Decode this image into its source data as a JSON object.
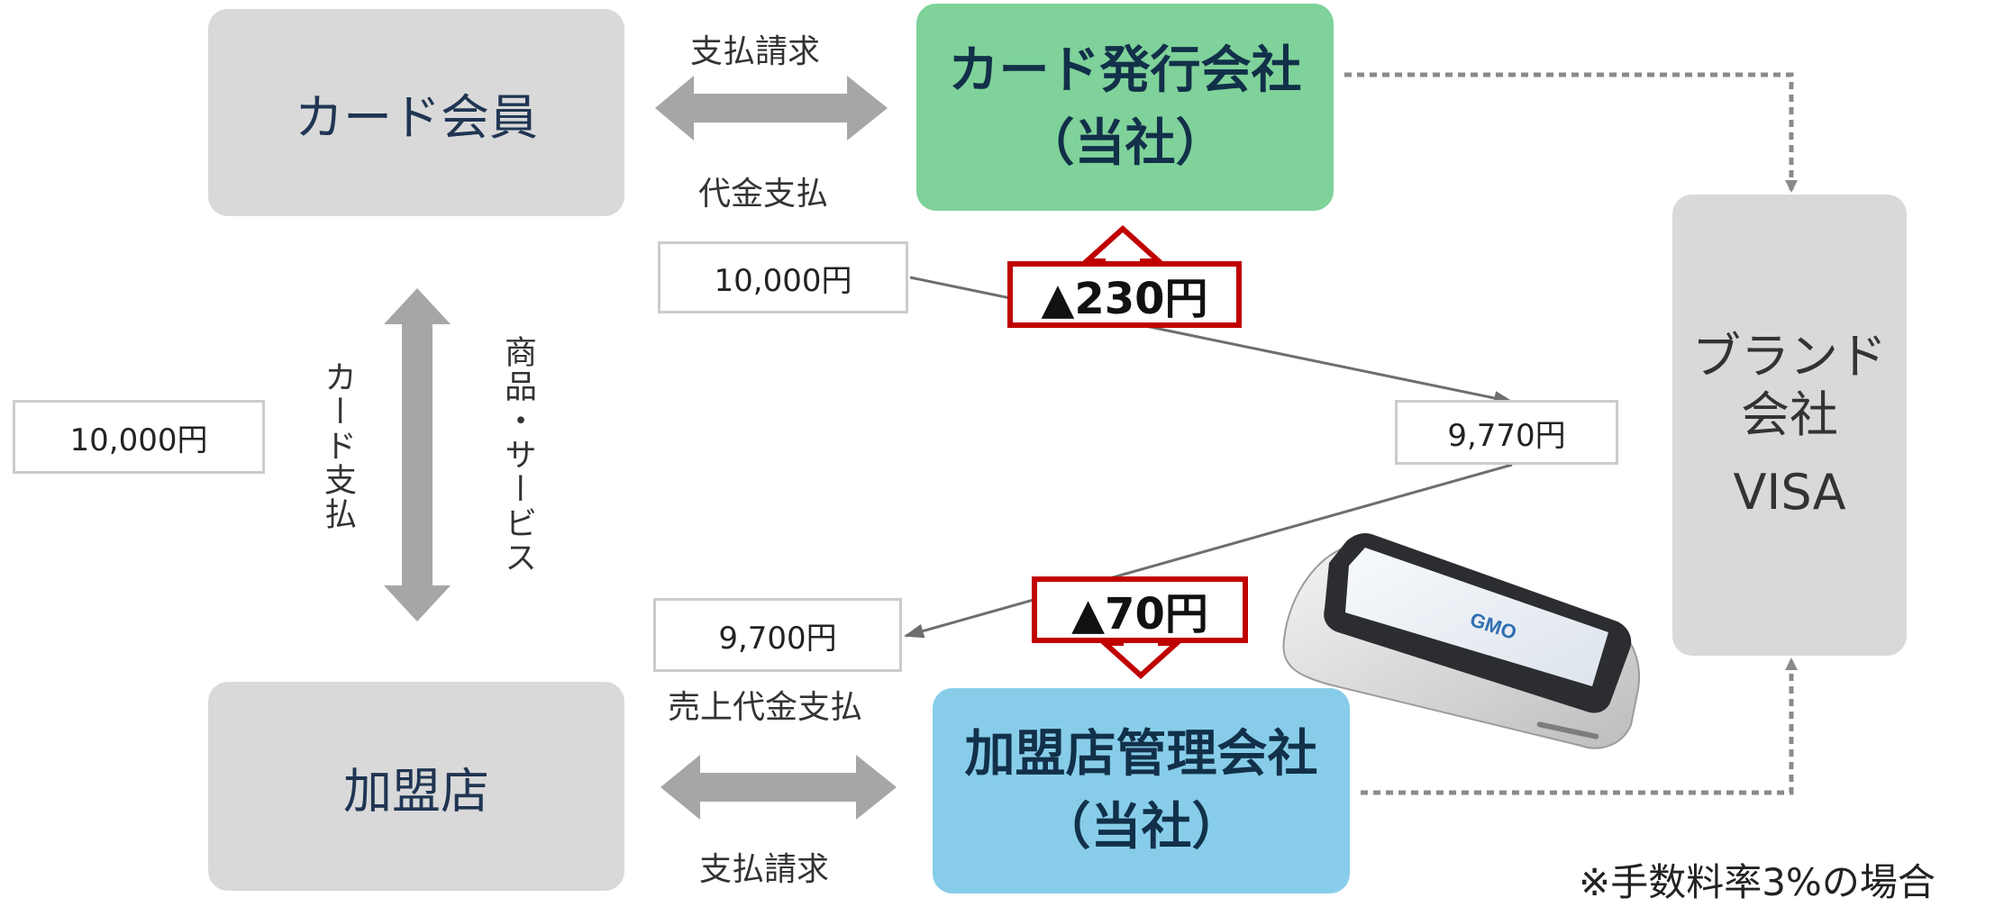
{
  "nodes": {
    "card_member": "カード会員",
    "card_issuer_line1": "カード発行会社",
    "card_issuer_line2": "（当社）",
    "merchant": "加盟店",
    "merchant_mgr_line1": "加盟店管理会社",
    "merchant_mgr_line2": "（当社）",
    "brand_line1": "ブランド",
    "brand_line2": "会社",
    "brand_line3": "VISA"
  },
  "labels": {
    "payment_request_top": "支払請求",
    "payment_top": "代金支払",
    "sales_payment": "売上代金支払",
    "payment_request_bottom": "支払請求",
    "card_payment": "カード支払",
    "goods_services": "商品・サービス"
  },
  "amounts": {
    "member_amount": "10,000円",
    "issuer_amount": "10,000円",
    "brand_amount": "9,770円",
    "merchant_amount": "9,700円"
  },
  "fees": {
    "issuer_fee": "▲230円",
    "acquirer_fee": "▲70円"
  },
  "device": {
    "logo": "GMO"
  },
  "note": "※手数料率3%の場合",
  "colors": {
    "grey_box": "#d9d9d9",
    "issuer": "#7fd29a",
    "acquirer": "#87cde9",
    "fee_border": "#c00000",
    "arrow_grey": "#a6a6a6"
  }
}
